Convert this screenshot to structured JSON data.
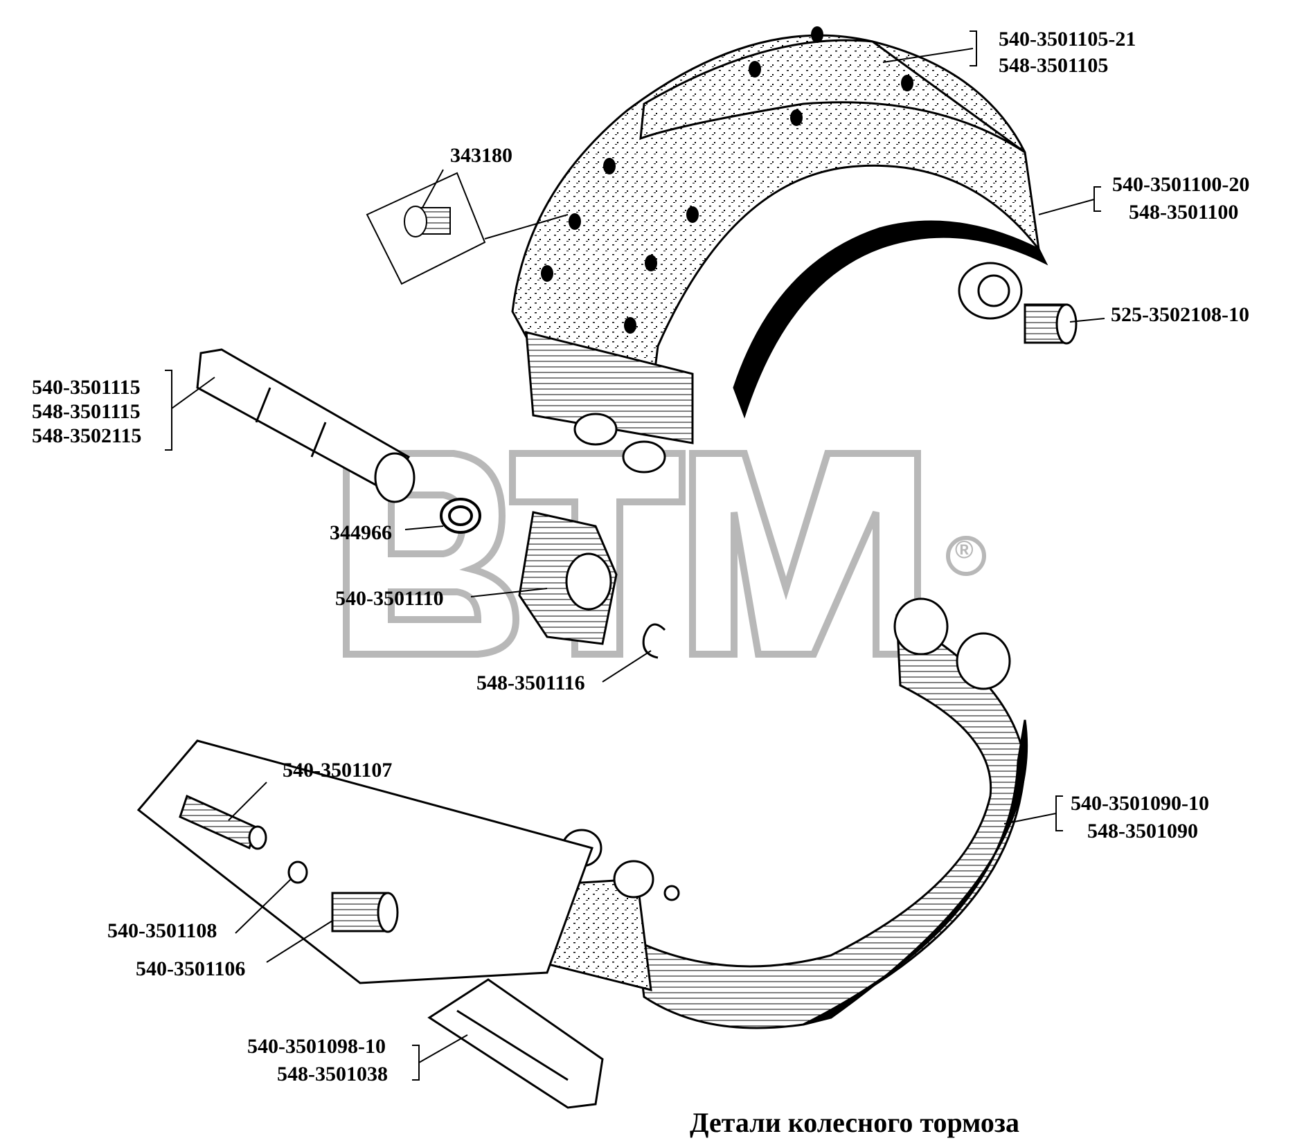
{
  "title": "Детали колесного тормоза",
  "watermark": {
    "text": "BTM",
    "registered": "®",
    "color": "#b8b8b8"
  },
  "parts": {
    "lining": [
      "540-3501105-21",
      "548-3501105"
    ],
    "rivet": "343180",
    "upper_shoe": [
      "540-3501100-20",
      "548-3501100"
    ],
    "bushing_upper": "525-3502108-10",
    "camshaft": [
      "540-3501115",
      "548-3501115",
      "548-3502115"
    ],
    "washer": "344966",
    "bracket": "540-3501110",
    "lock_ring": "548-3501116",
    "axle": "540-3501107",
    "snap_ring": "540-3501108",
    "roller": "540-3501106",
    "lower_shoe": [
      "540-3501090-10",
      "548-3501090"
    ],
    "pin": [
      "540-3501098-10",
      "548-3501038"
    ]
  }
}
